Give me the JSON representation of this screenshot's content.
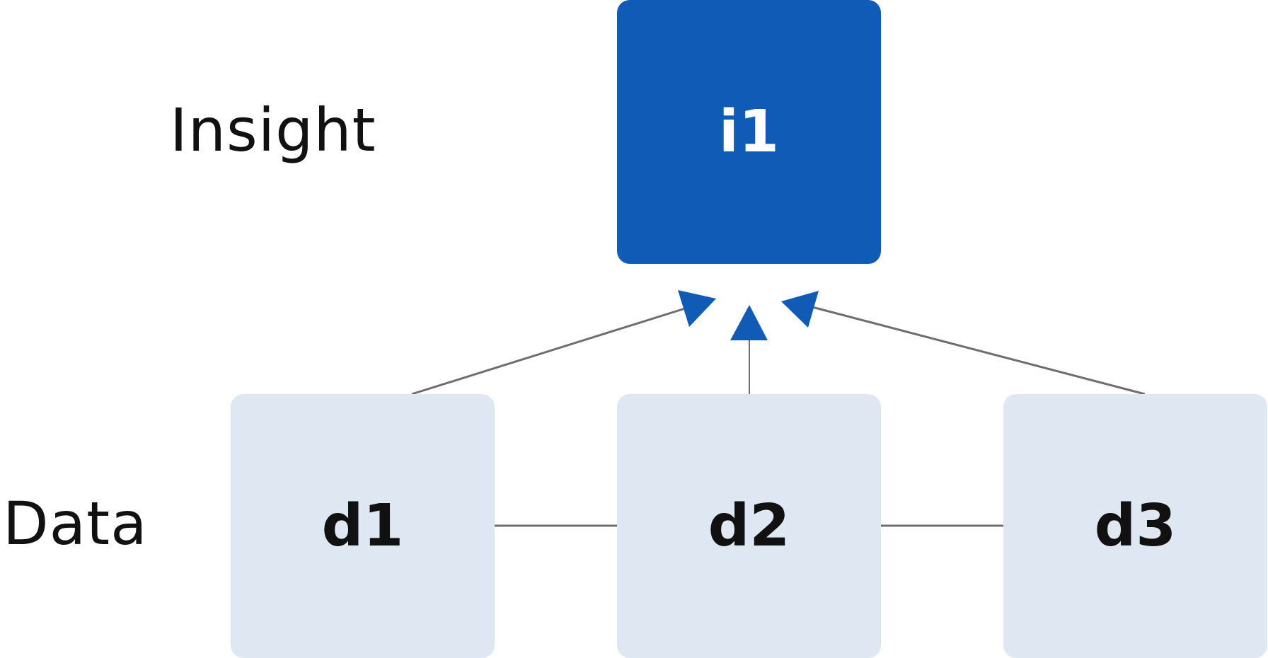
{
  "row_labels": {
    "insight": "Insight",
    "data": "Data"
  },
  "nodes": {
    "insight": [
      {
        "id": "i1",
        "label": "i1"
      }
    ],
    "data": [
      {
        "id": "d1",
        "label": "d1"
      },
      {
        "id": "d2",
        "label": "d2"
      },
      {
        "id": "d3",
        "label": "d3"
      }
    ]
  },
  "edges": [
    {
      "from": "d1",
      "to": "i1",
      "type": "arrow"
    },
    {
      "from": "d2",
      "to": "i1",
      "type": "arrow"
    },
    {
      "from": "d3",
      "to": "i1",
      "type": "arrow"
    },
    {
      "from": "d1",
      "to": "d2",
      "type": "line"
    },
    {
      "from": "d2",
      "to": "d3",
      "type": "line"
    }
  ],
  "colors": {
    "insight_fill": "#0f5bb6",
    "insight_text": "#ffffff",
    "data_fill": "#dfe8f2",
    "data_text": "#111111",
    "connector": "#6e6e6e",
    "arrowhead": "#0f5bb6"
  }
}
